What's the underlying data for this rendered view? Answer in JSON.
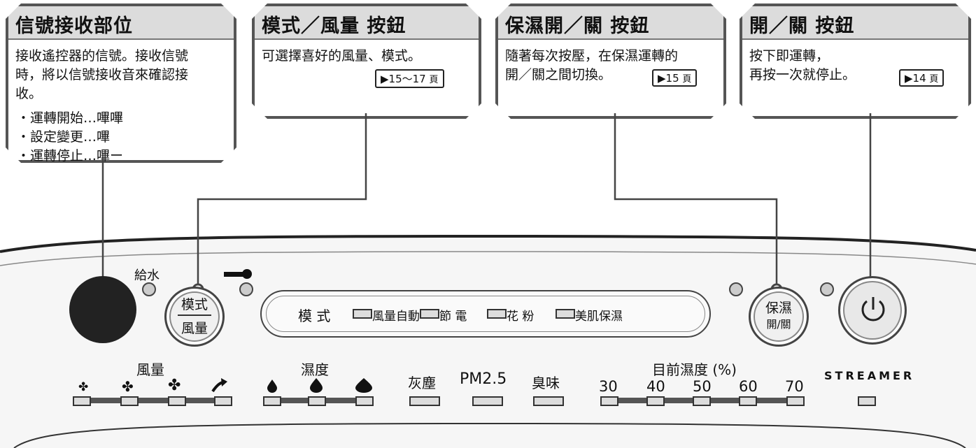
{
  "callouts": {
    "signal": {
      "title": "信號接收部位",
      "desc": "接收遙控器的信號。接收信號\n時，將以信號接收音來確認接\n收。",
      "items": [
        "・運轉開始…嗶嗶",
        "・設定變更…嗶",
        "・運轉停止…嗶ー"
      ]
    },
    "mode": {
      "title": "模式／風量 按鈕",
      "desc": "可選擇喜好的風量、模式。",
      "page_ref": "▶15〜17",
      "page_suffix": "頁"
    },
    "humidify": {
      "title": "保濕開／關 按鈕",
      "desc": "隨著每次按壓，在保濕運轉的\n開／關之間切換。",
      "page_ref": "▶15",
      "page_suffix": "頁"
    },
    "power": {
      "title": "開／關 按鈕",
      "desc": "按下即運轉，\n再按一次就停止。",
      "page_ref": "▶14",
      "page_suffix": "頁"
    }
  },
  "panel": {
    "water_label": "給水",
    "mode_button": {
      "top": "模式",
      "bottom": "風量"
    },
    "mode_display": {
      "label": "模 式",
      "options": [
        "風量自動",
        "節 電",
        "花 粉",
        "美肌保濕"
      ]
    },
    "humidify_button": {
      "top": "保濕",
      "bottom": "開/關"
    },
    "power_icon": "power-icon",
    "lock_icon": "key-icon",
    "fan_label": "風量",
    "humidity_label": "濕度",
    "dust_label": "灰塵",
    "pm_label": "PM2.5",
    "odor_label": "臭味",
    "current_humidity_label": "目前濕度 (%)",
    "humidity_scale": [
      "30",
      "40",
      "50",
      "60",
      "70"
    ],
    "streamer_label": "STREAMER"
  },
  "colors": {
    "frame": "#555555",
    "header": "#dcdcdc",
    "panel": "#f2f2f2"
  }
}
